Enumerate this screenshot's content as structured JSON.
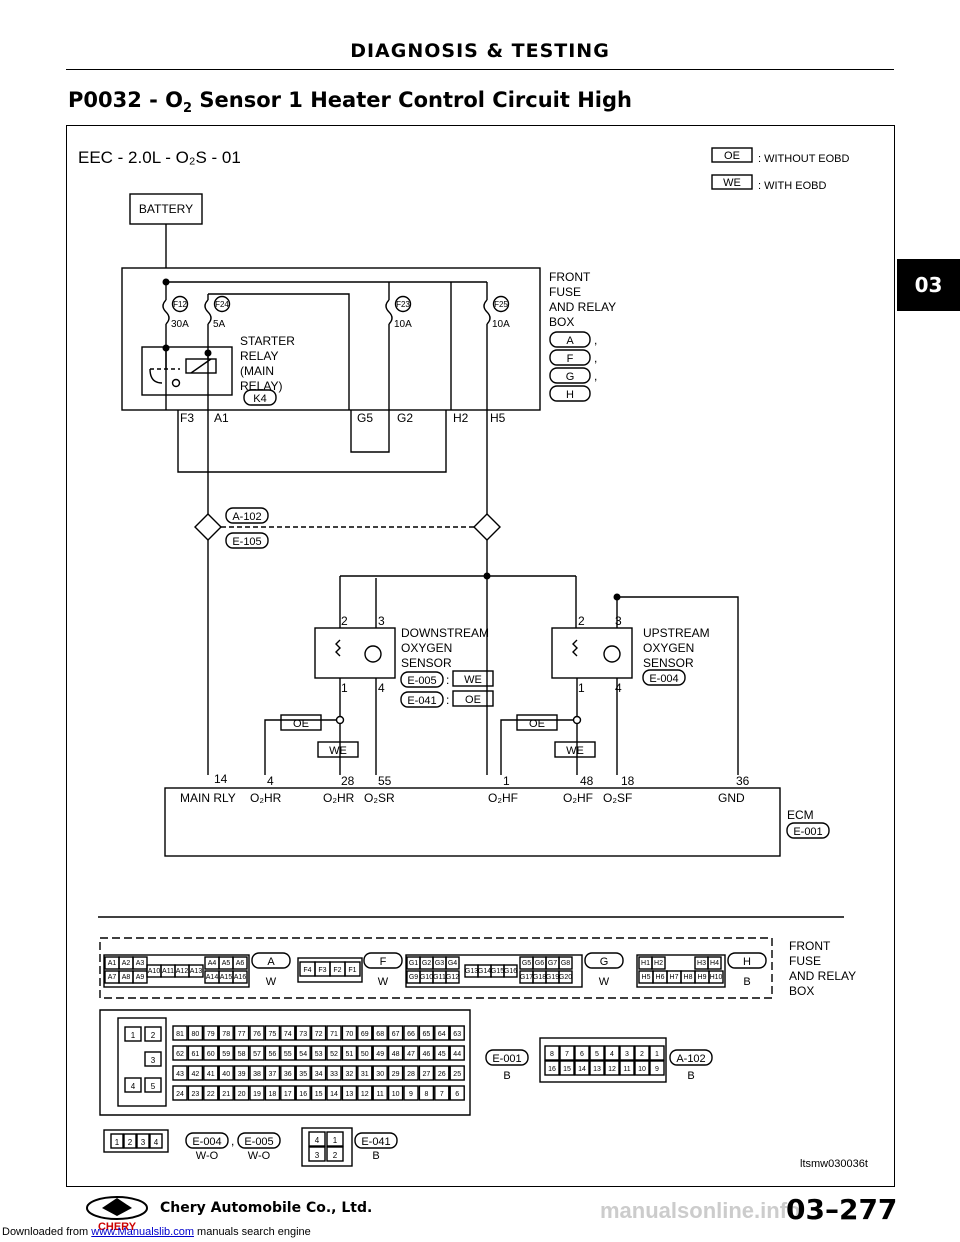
{
  "header": "DIAGNOSIS & TESTING",
  "title": {
    "pre": "P0032 - O",
    "sub": "2",
    "post": " Sensor 1 Heater Control Circuit High"
  },
  "section_tab": "03",
  "diagram": {
    "code": "EEC - 2.0L - O₂S - 01",
    "legend": [
      {
        "tag": "OE",
        "text": ": WITHOUT EOBD"
      },
      {
        "tag": "WE",
        "text": ": WITH EOBD"
      }
    ],
    "battery": "BATTERY",
    "fuse_box_label": [
      "FRONT",
      "FUSE",
      "AND RELAY",
      "BOX"
    ],
    "fuse_box_connectors": [
      "A",
      "F",
      "G",
      "H"
    ],
    "fuses": [
      {
        "id": "F12",
        "rating": "30A"
      },
      {
        "id": "F24",
        "rating": "5A"
      },
      {
        "id": "F23",
        "rating": "10A"
      },
      {
        "id": "F25",
        "rating": "10A"
      }
    ],
    "relay_label": [
      "STARTER",
      "RELAY",
      "(MAIN",
      "RELAY)"
    ],
    "relay_connector": "K4",
    "box_pins": [
      "F3",
      "A1",
      "G5",
      "G2",
      "H2",
      "H5"
    ],
    "splice_connectors": [
      "A-102",
      "E-105"
    ],
    "splice_numbers": [
      "2",
      "1"
    ],
    "downstream": {
      "label": [
        "DOWNSTREAM",
        "OXYGEN",
        "SENSOR"
      ],
      "pins": [
        "2",
        "3",
        "1",
        "4"
      ],
      "conn": [
        {
          "id": "E-005",
          "tag": "WE"
        },
        {
          "id": "E-041",
          "tag": "OE"
        }
      ]
    },
    "upstream": {
      "label": [
        "UPSTREAM",
        "OXYGEN",
        "SENSOR"
      ],
      "pins": [
        "2",
        "3",
        "1",
        "4"
      ],
      "conn": "E-004"
    },
    "variants": [
      "OE",
      "WE",
      "OE",
      "WE"
    ],
    "ecm_pins": [
      "14",
      "4",
      "28",
      "55",
      "1",
      "48",
      "18",
      "36"
    ],
    "ecm_signals": [
      "MAIN RLY",
      "O₂HR",
      "O₂HR",
      "O₂SR",
      "O₂HF",
      "O₂HF",
      "O₂SF",
      "GND"
    ],
    "ecm_label": "ECM",
    "ecm_conn": "E-001",
    "face_connectors": [
      {
        "id": "A",
        "color": "W"
      },
      {
        "id": "F",
        "color": "W"
      },
      {
        "id": "G",
        "color": "W"
      },
      {
        "id": "H",
        "color": "B"
      }
    ],
    "bottom_connectors": [
      {
        "id": "E-001",
        "color": "B"
      },
      {
        "id": "A-102",
        "color": "B"
      },
      {
        "id": "E-004",
        "color": "W-O"
      },
      {
        "id": "E-005",
        "color": "W-O"
      },
      {
        "id": "E-041",
        "color": "B"
      }
    ],
    "pins_A": [
      "A1",
      "A2",
      "A3",
      "A4",
      "A5",
      "A6",
      "A7",
      "A8",
      "A9",
      "A10",
      "A11",
      "A12",
      "A13",
      "A14",
      "A15",
      "A16"
    ],
    "pins_F": [
      "F4",
      "F3",
      "F2",
      "F1"
    ],
    "pins_G": [
      "G1",
      "G2",
      "G3",
      "G4",
      "G5",
      "G6",
      "G7",
      "G8",
      "G9",
      "G10",
      "G11",
      "G12",
      "G13",
      "G14",
      "G15",
      "G16",
      "G17",
      "G18",
      "G19",
      "G20"
    ],
    "pins_H": [
      "H1",
      "H2",
      "H3",
      "H4",
      "H5",
      "H6",
      "H7",
      "H8",
      "H9",
      "H10"
    ],
    "ecm_face_rows": [
      [
        "81",
        "80",
        "79",
        "78",
        "77",
        "76",
        "75",
        "74",
        "73",
        "72",
        "71",
        "70",
        "69",
        "68",
        "67",
        "66",
        "65",
        "64",
        "63"
      ],
      [
        "62",
        "61",
        "60",
        "59",
        "58",
        "57",
        "56",
        "55",
        "54",
        "53",
        "52",
        "51",
        "50",
        "49",
        "48",
        "47",
        "46",
        "45",
        "44"
      ],
      [
        "43",
        "42",
        "41",
        "40",
        "39",
        "38",
        "37",
        "36",
        "35",
        "34",
        "33",
        "32",
        "31",
        "30",
        "29",
        "28",
        "27",
        "26",
        "25"
      ],
      [
        "24",
        "23",
        "22",
        "21",
        "20",
        "19",
        "18",
        "17",
        "16",
        "15",
        "14",
        "13",
        "12",
        "11",
        "10",
        "9",
        "8",
        "7",
        "6"
      ]
    ],
    "ecm_face_left": [
      "1",
      "2",
      "3",
      "4",
      "5"
    ],
    "a102_rows": [
      [
        "8",
        "7",
        "6",
        "5",
        "4",
        "3",
        "2",
        "1"
      ],
      [
        "16",
        "15",
        "14",
        "13",
        "12",
        "11",
        "10",
        "9"
      ]
    ],
    "e004_pins": [
      "1",
      "2",
      "3",
      "4"
    ],
    "e041_pins": [
      "4",
      "1",
      "3",
      "2"
    ],
    "figure_id": "ltsmw030036t"
  },
  "footer": {
    "company": "Chery Automobile Co., Ltd.",
    "page": "03–277"
  },
  "download_line": {
    "pre": "Downloaded from ",
    "link": "www.Manualslib.com",
    "post": " manuals search engine"
  },
  "watermark": "manualsonline.info"
}
